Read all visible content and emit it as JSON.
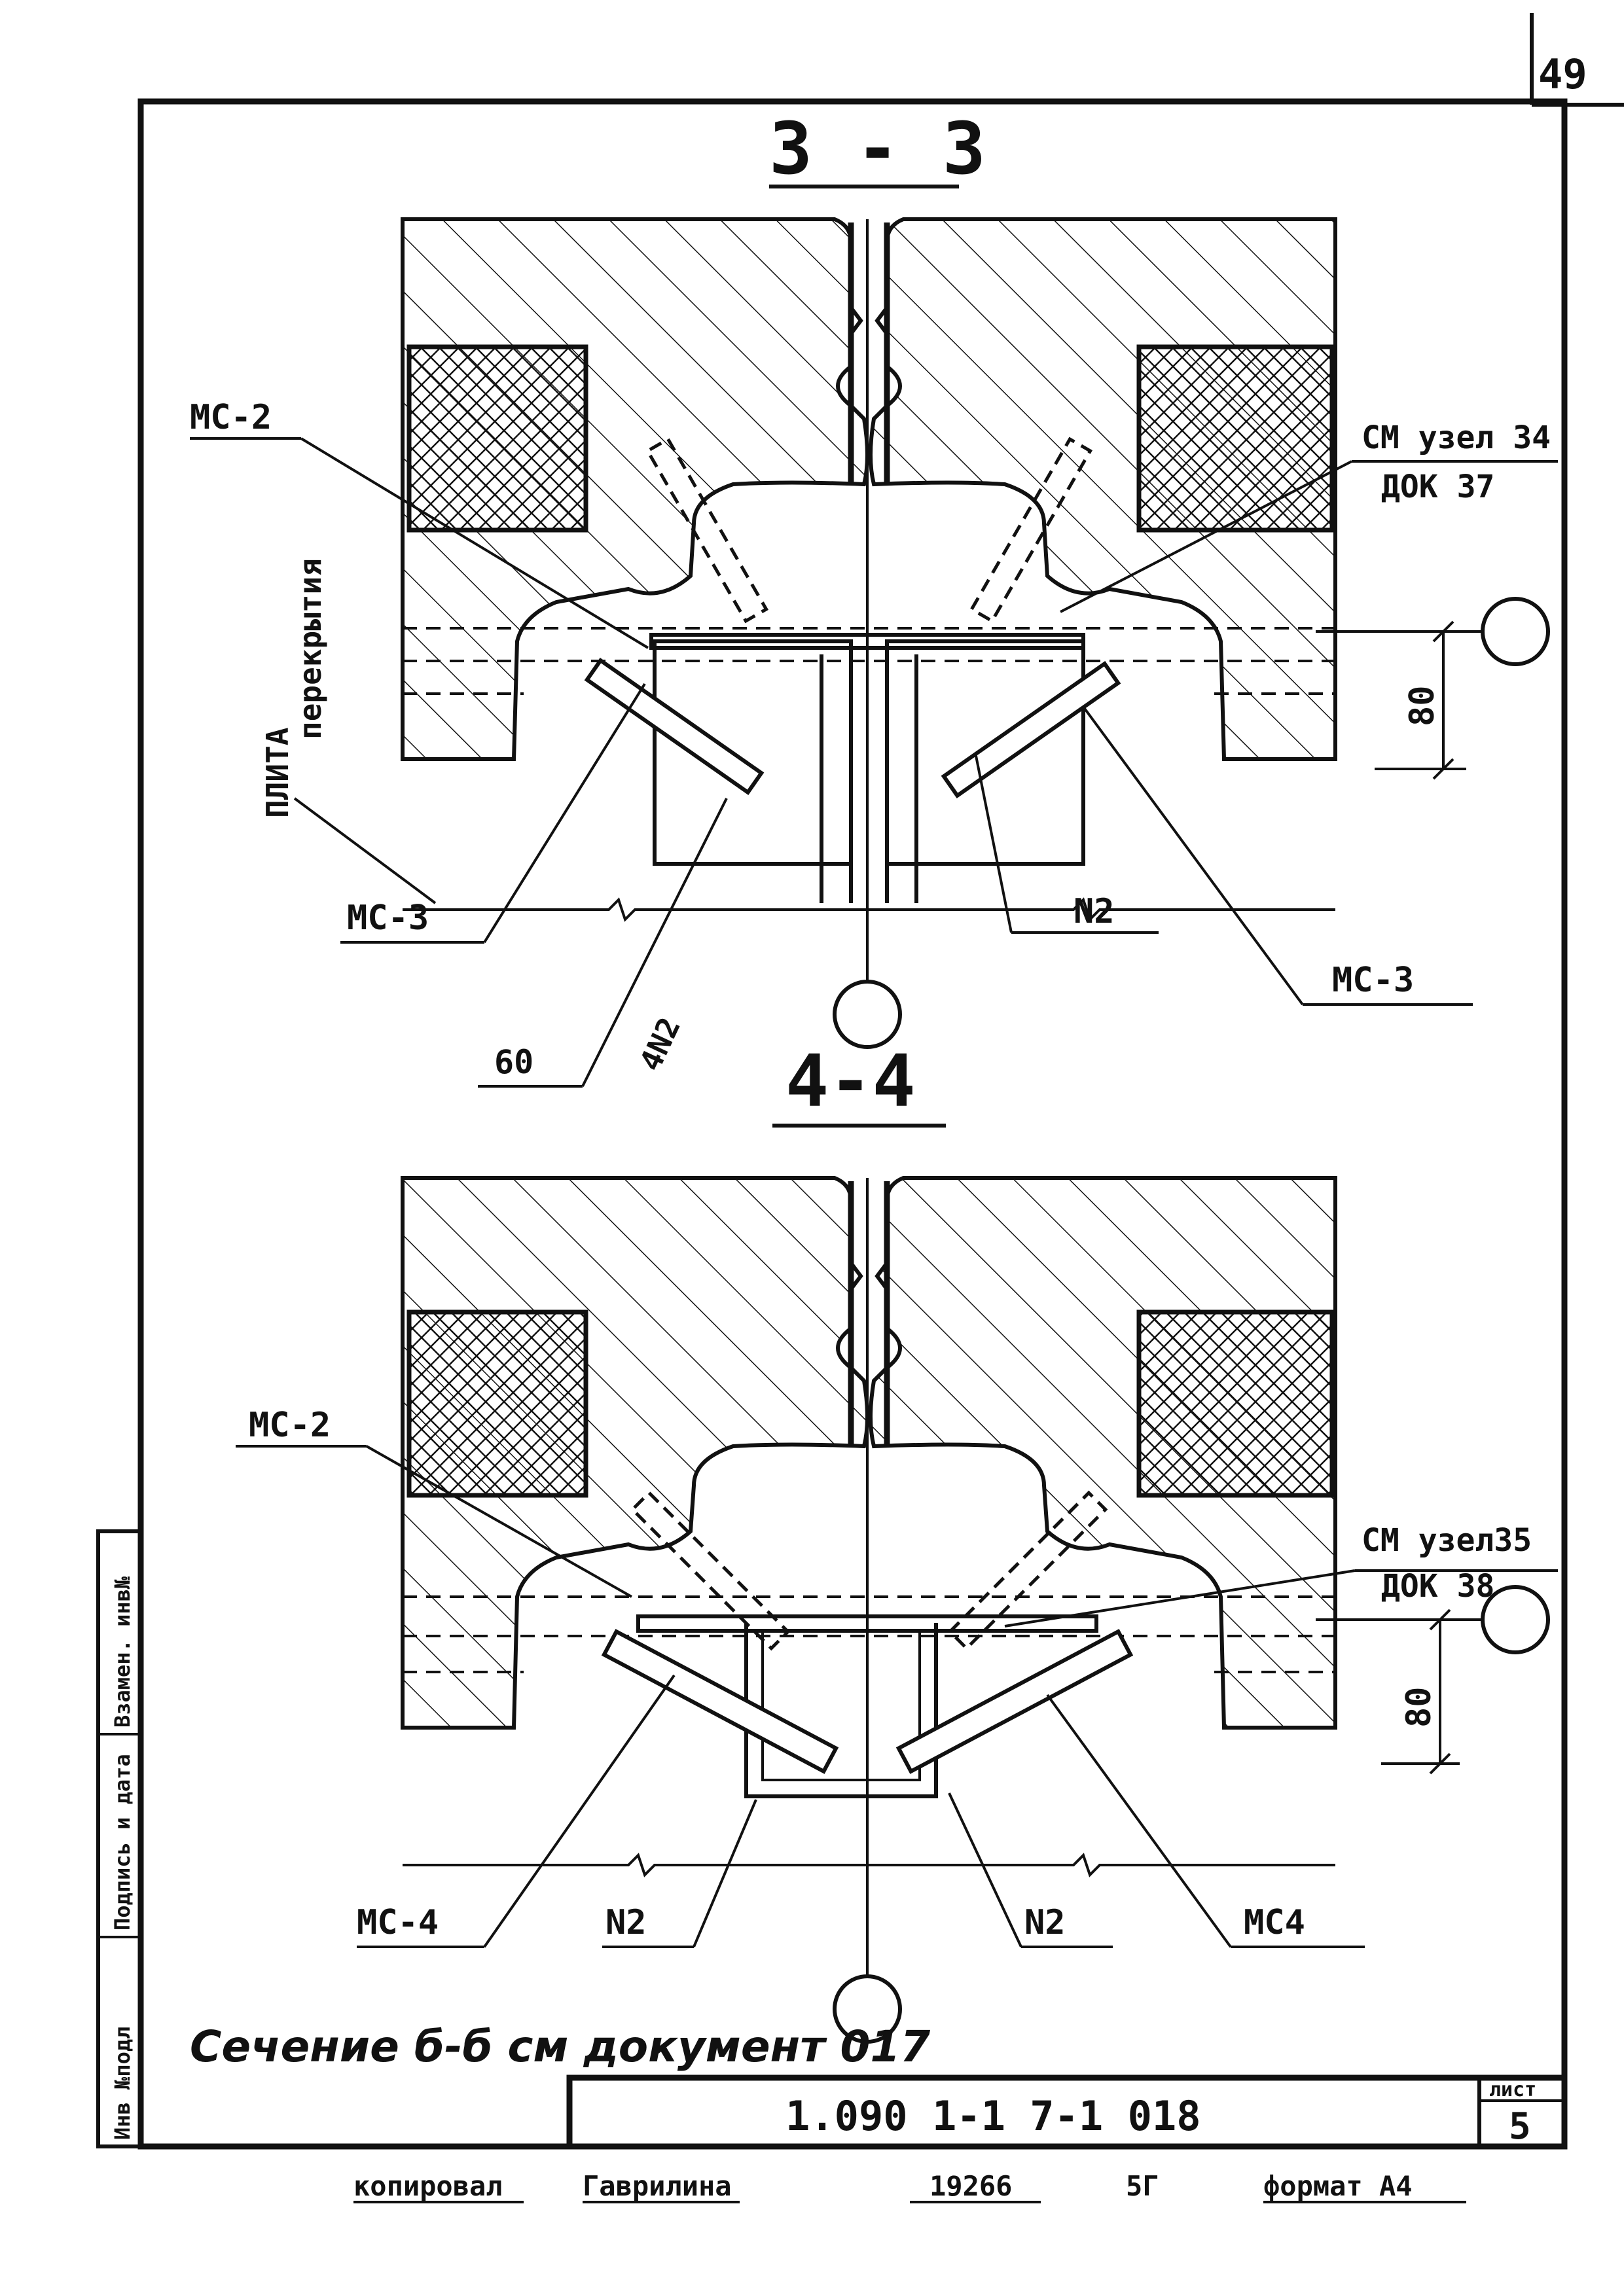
{
  "page_number": "49",
  "sections": [
    {
      "title": "3 - 3",
      "labels": {
        "left_top": "МС-2",
        "right_ref_line1": "СМ узел 34",
        "right_ref_line2": "ДОК 37",
        "slab_line1": "ПЛИТА",
        "slab_line2": "перекрытия",
        "dimension": "80",
        "left_bottom": "МС-3",
        "bottom_weld_size": "60",
        "bottom_weld_mark": "4N2",
        "center_bottom": "N2",
        "right_bottom": "МС-3"
      }
    },
    {
      "title": "4-4",
      "labels": {
        "left_top": "МС-2",
        "right_ref_line1": "СМ узел35",
        "right_ref_line2": "ДОК 38",
        "dimension": "80",
        "left_bottom": "МС-4",
        "center_left": "N2",
        "center_right": "N2",
        "right_bottom": "МС4"
      }
    }
  ],
  "note": "Сечение б-б см документ 017",
  "stamp": {
    "code": "1.090 1-1 7-1 018",
    "sheet_label": "лист",
    "sheet_number": "5"
  },
  "side_stamp": [
    "Инв №подл",
    "Подпись и дата",
    "Взамен. инв№"
  ],
  "footer": [
    "копировал",
    "Гаврилина",
    "19266",
    "5Г",
    "формат А4"
  ]
}
